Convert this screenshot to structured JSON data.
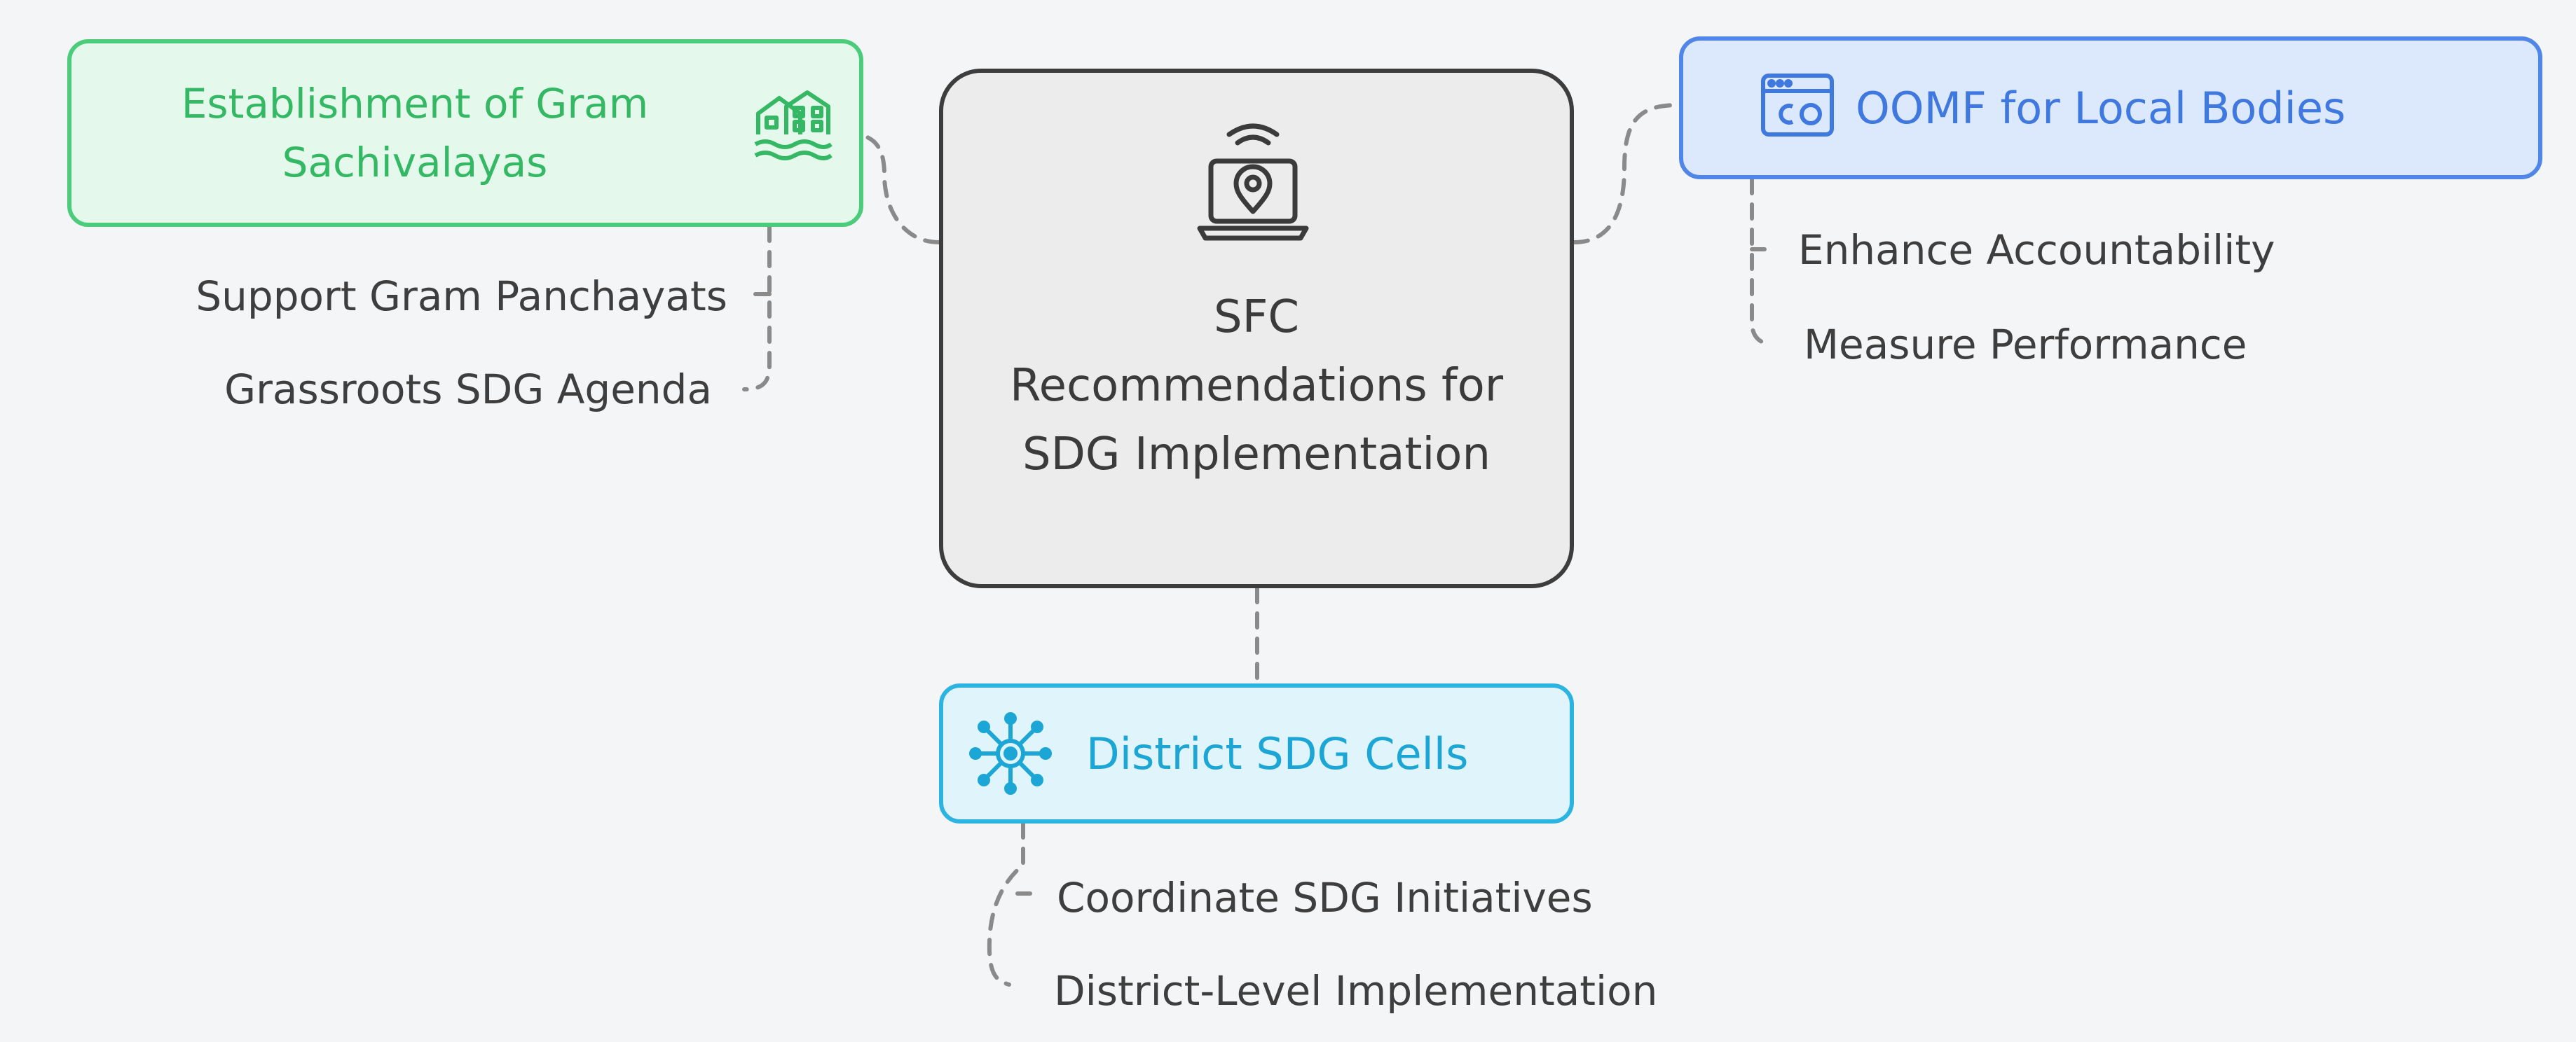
{
  "diagram": {
    "center": {
      "title": "SFC Recommendations for SDG Implementation",
      "icon": "laptop-location-icon"
    },
    "branches": {
      "gram_sachivalayas": {
        "title": "Establishment of Gram Sachivalayas",
        "icon": "village-buildings-icon",
        "items": [
          "Support Gram Panchayats",
          "Grassroots SDG Agenda"
        ]
      },
      "oomf": {
        "title": "OOMF for Local Bodies",
        "icon": "browser-window-icon",
        "items": [
          "Enhance Accountability",
          "Measure Performance"
        ]
      },
      "district_cells": {
        "title": "District SDG Cells",
        "icon": "network-hub-icon",
        "items": [
          "Coordinate SDG Initiatives",
          "District-Level Implementation"
        ]
      }
    },
    "colors": {
      "green": "#4bcc7a",
      "blue": "#4f86e8",
      "cyan": "#2bb3e2",
      "center_border": "#3d3d3d",
      "connector": "#8a8a8a"
    }
  }
}
